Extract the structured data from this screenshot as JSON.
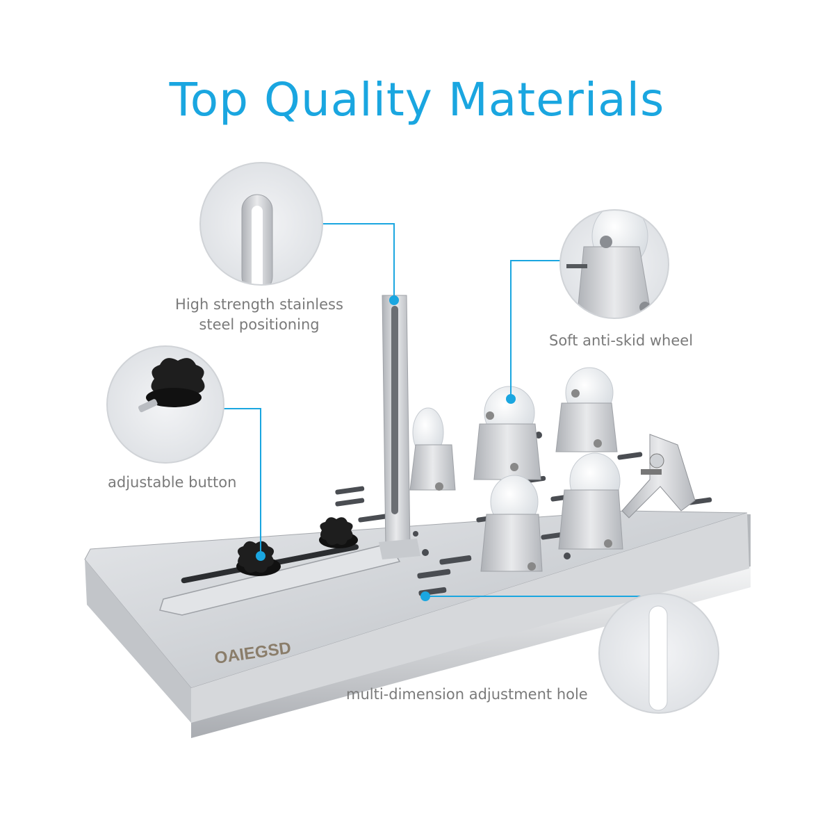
{
  "heading": "Top Quality Materials",
  "brand": "OAIEGSD",
  "callouts": {
    "steel": {
      "line1": "High strength stainless",
      "line2": "steel positioning"
    },
    "wheel": {
      "text": "Soft anti-skid wheel"
    },
    "button": {
      "text": "adjustable button"
    },
    "hole": {
      "text": "multi-dimension adjustment hole"
    }
  },
  "colors": {
    "accent": "#1aa6e0",
    "label": "#7a7a7a",
    "steel": "#c9ccd0",
    "knob": "#1e1e1e"
  }
}
